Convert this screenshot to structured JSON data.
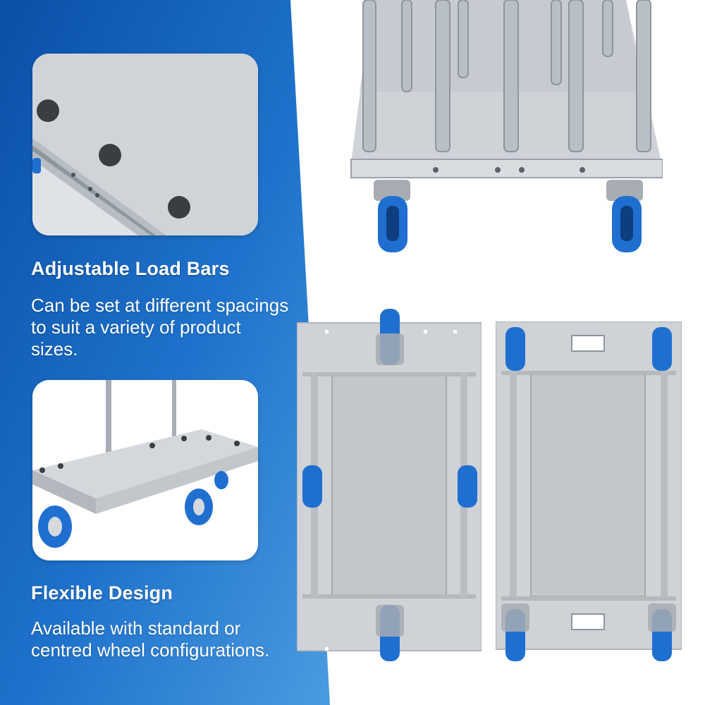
{
  "colors": {
    "panel_blue_dark": "#0a4fa8",
    "panel_blue_light": "#4a9be0",
    "caster_blue": "#1f6fd1",
    "steel": "#c9ced3",
    "deck_grey": "#d3d6da"
  },
  "features": [
    {
      "title": "Adjustable Load Bars",
      "description": "Can be set at different spacings to suit a variety of product sizes."
    },
    {
      "title": "Flexible Design",
      "description": "Available with standard or centred wheel configurations."
    }
  ]
}
